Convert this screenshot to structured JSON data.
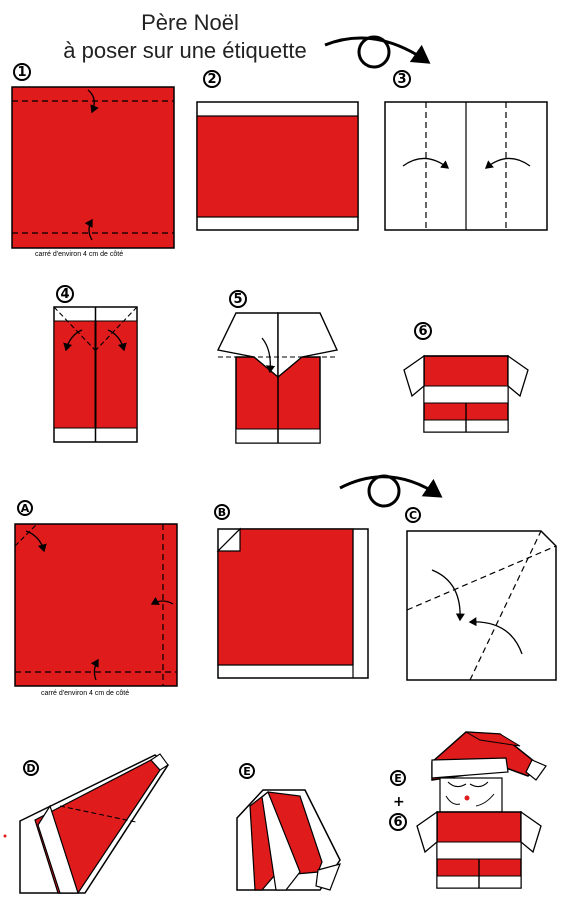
{
  "title": {
    "line1": "Père Noël",
    "line2": "à poser sur une étiquette"
  },
  "captions": {
    "square_size": "carré d'environ 4 cm de côté",
    "square_size_b": "carré d'environ 4 cm de côté"
  },
  "steps": {
    "s1": "1",
    "s2": "2",
    "s3": "3",
    "s4": "4",
    "s5": "5",
    "s6": "6",
    "sA": "A",
    "sB": "B",
    "sC": "C",
    "sD": "D",
    "sE": "E",
    "sE2": "E",
    "s6b": "6",
    "plus": "+"
  },
  "colors": {
    "red": "#e01b1b",
    "white": "#ffffff",
    "outline": "#000000"
  }
}
